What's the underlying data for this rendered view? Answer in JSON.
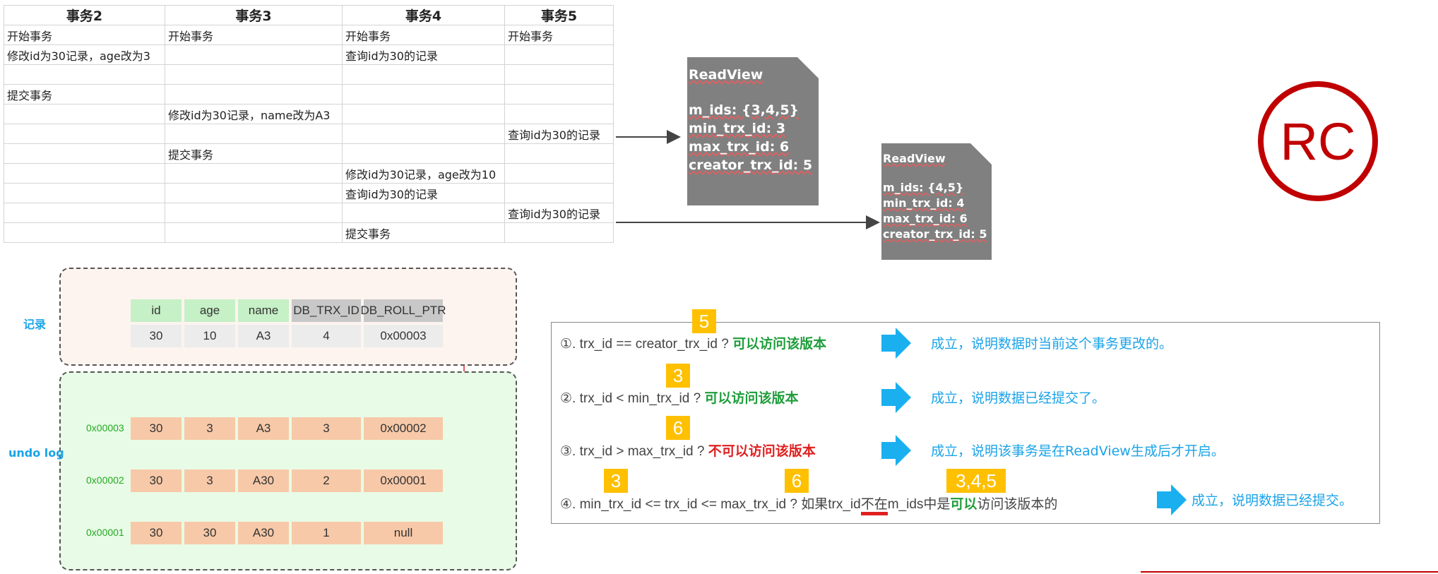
{
  "table": {
    "headers": [
      "事务2",
      "事务3",
      "事务4",
      "事务5"
    ],
    "rows": [
      [
        "开始事务",
        "开始事务",
        "开始事务",
        "开始事务"
      ],
      [
        "修改id为30记录，age改为3",
        "",
        "查询id为30的记录",
        ""
      ],
      [
        "",
        "",
        "",
        ""
      ],
      [
        "提交事务",
        "",
        "",
        ""
      ],
      [
        "",
        "修改id为30记录，name改为A3",
        "",
        ""
      ],
      [
        "",
        "",
        "",
        "查询id为30的记录"
      ],
      [
        "",
        "提交事务",
        "",
        ""
      ],
      [
        "",
        "",
        "修改id为30记录，age改为10",
        ""
      ],
      [
        "",
        "",
        "查询id为30的记录",
        ""
      ],
      [
        "",
        "",
        "",
        "查询id为30的记录"
      ],
      [
        "",
        "",
        "提交事务",
        ""
      ]
    ]
  },
  "readview1": {
    "title": "ReadView",
    "m_ids": "m_ids: {3,4,5}",
    "min_trx_id": "min_trx_id: 3",
    "max_trx_id": "max_trx_id: 6",
    "creator_trx_id": "creator_trx_id: 5"
  },
  "readview2": {
    "title": "ReadView",
    "m_ids": "m_ids: {4,5}",
    "min_trx_id": "min_trx_id: 4",
    "max_trx_id": "max_trx_id: 6",
    "creator_trx_id": "creator_trx_id: 5"
  },
  "rc_logo": "RC",
  "record": {
    "label": "记录",
    "headers": [
      "id",
      "age",
      "name",
      "DB_TRX_ID",
      "DB_ROLL_PTR"
    ],
    "values": [
      "30",
      "10",
      "A3",
      "4",
      "0x00003"
    ]
  },
  "undo_log": {
    "label": "undo log",
    "rows": [
      {
        "addr": "0x00003",
        "values": [
          "30",
          "3",
          "A3",
          "3",
          "0x00002"
        ]
      },
      {
        "addr": "0x00002",
        "values": [
          "30",
          "3",
          "A30",
          "2",
          "0x00001"
        ]
      },
      {
        "addr": "0x00001",
        "values": [
          "30",
          "30",
          "A30",
          "1",
          "null"
        ]
      }
    ]
  },
  "rules": {
    "r1": {
      "text": "①. trx_id  == creator_trx_id ?",
      "ok": "可以访问该版本",
      "result": "成立，说明数据时当前这个事务更改的。",
      "badge": "5"
    },
    "r2": {
      "text": "②. trx_id < min_trx_id ?",
      "ok": "可以访问该版本",
      "result": "成立，说明数据已经提交了。",
      "badge": "3"
    },
    "r3": {
      "text": "③. trx_id > max_trx_id ?",
      "ok": "不可以访问该版本",
      "result": "成立，说明该事务是在ReadView生成后才开启。",
      "badge": "6"
    },
    "r4": {
      "text_a": "④. min_trx_id <= trx_id <= max_trx_id ?  如果trx_id",
      "not_in": "不在",
      "text_b": "m_ids中是",
      "ok": "可以",
      "text_c": "访问该版本的",
      "result": "成立，说明数据已经提交。",
      "badge_a": "3",
      "badge_b": "6",
      "badge_c": "3,4,5"
    }
  },
  "colors": {
    "accent_blue": "#1aa3e8",
    "ok_green": "#1f9d3b",
    "no_red": "#e02020",
    "badge_yellow": "#ffc000",
    "logo_red": "#c00000"
  }
}
